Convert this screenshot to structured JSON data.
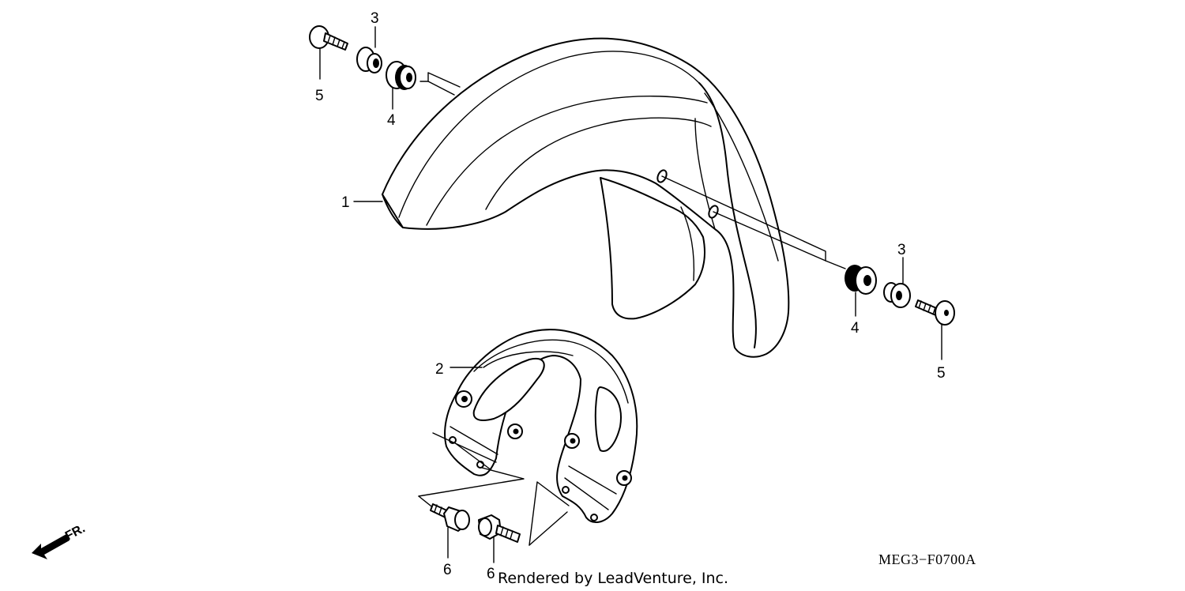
{
  "diagram": {
    "callouts": {
      "fender": "1",
      "stay": "2",
      "collar_left": "3",
      "collar_right": "3",
      "grommet_left": "4",
      "grommet_right": "4",
      "bolt_left": "5",
      "bolt_right": "5",
      "flange_bolt_left": "6",
      "flange_bolt_right": "6"
    },
    "direction_label": "FR.",
    "diagram_code": "MEG3−F0700A",
    "credit": "Rendered by LeadVenture, Inc."
  }
}
